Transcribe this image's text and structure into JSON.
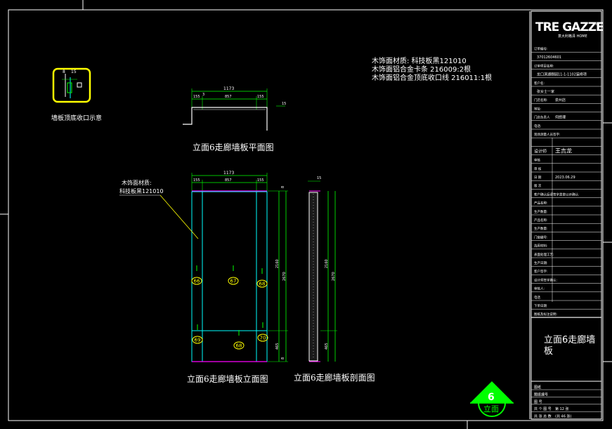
{
  "brand": {
    "name": "TRE GAZZE",
    "registered": "®",
    "sub": "意大利格泽 HOME"
  },
  "title_block": {
    "rows": [
      {
        "label": "订单编号:",
        "value": ""
      },
      {
        "label": "",
        "value": "37012604601"
      },
      {
        "label": "订单项目名称:",
        "value": ""
      },
      {
        "label": "",
        "value": "龙口滨湖御园11-1-1102装修项"
      },
      {
        "label": "客户名:",
        "value": ""
      },
      {
        "label": "",
        "value": "张女士一家"
      },
      {
        "label": "门店名称:",
        "value": "泉州店"
      },
      {
        "label": "地址:",
        "value": ""
      },
      {
        "label": "门店负责人",
        "value": "何经理"
      },
      {
        "label": "电话:",
        "value": ""
      },
      {
        "label": "现场测量人员签字:",
        "value": ""
      },
      {
        "label": "",
        "value": ""
      },
      {
        "label": "设计师",
        "value": "王吉龙"
      },
      {
        "label": "审核",
        "value": ""
      },
      {
        "label": "审 核",
        "value": ""
      },
      {
        "label": "日 期",
        "value": "2023.06.29"
      },
      {
        "label": "版 次",
        "value": ""
      },
      {
        "label": "客户确认后请签字盖章以示确认:",
        "value": ""
      },
      {
        "label": "产品名称:",
        "value": ""
      },
      {
        "label": "生产数量:",
        "value": ""
      },
      {
        "label": "产品名称:",
        "value": ""
      },
      {
        "label": "生产数量:",
        "value": ""
      },
      {
        "label": "门窗编号:",
        "value": ""
      },
      {
        "label": "选用材料:",
        "value": ""
      },
      {
        "label": "表面处理工艺:",
        "value": ""
      },
      {
        "label": "生产日期:",
        "value": ""
      },
      {
        "label": "客户签字:",
        "value": ""
      },
      {
        "label": "设计师签字确认:",
        "value": ""
      },
      {
        "label": "审核人:",
        "value": ""
      },
      {
        "label": "电话",
        "value": ""
      },
      {
        "label": "下单日期",
        "value": ""
      },
      {
        "label": "图纸及标注说明:",
        "value": ""
      }
    ],
    "drawing_title": "立面6走廊墙板",
    "bottom_rows": [
      {
        "label": "图纸",
        "value": ""
      },
      {
        "label": "图纸编号",
        "value": ""
      },
      {
        "label": "图 号",
        "value": ""
      },
      {
        "label": "共 个 图 号",
        "value": "第 12 张"
      },
      {
        "label": "共 张 总 数",
        "value": "(共 46 张)"
      }
    ]
  },
  "notes": [
    "木饰面材质: 科技板黑121010",
    "木饰面铝合金卡条 216009:2根",
    "木饰面铝合金顶底收口线 216011:1根"
  ],
  "detail": {
    "caption": "墙板顶底收口示意",
    "dim_a": "8",
    "dim_b": "15"
  },
  "plan": {
    "title": "立面6走廊墙板平面图",
    "overall": "1173",
    "left": "155",
    "gap": "3",
    "mid": "857",
    "right": "155",
    "side": "15"
  },
  "elevation": {
    "title": "立面6走廊墙板立面图",
    "leader": [
      "木饰面材质:",
      "科技板黑121010"
    ],
    "overall": "1173",
    "left": "155",
    "mid": "857",
    "right": "155",
    "panels": [
      "66",
      "67",
      "68",
      "69",
      "68",
      "70"
    ],
    "height_total": "2670",
    "h_top": "8",
    "h_mid": "2160",
    "h_low": "465",
    "h_bot": "8"
  },
  "section": {
    "title": "立面6走廊墙板剖面图",
    "thickness": "15",
    "height": "2160",
    "low": "465",
    "total": "2670"
  },
  "badge": {
    "number": "6",
    "label": "立面"
  }
}
